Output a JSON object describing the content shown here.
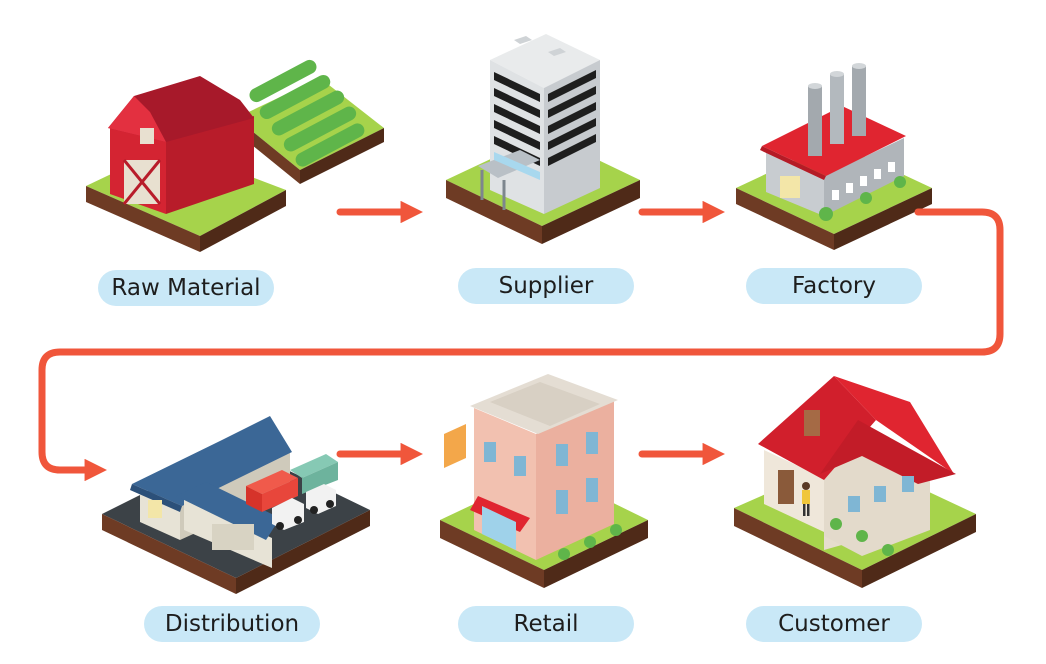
{
  "steps": [
    {
      "label": "Raw Material",
      "icon": "barn-farm-icon"
    },
    {
      "label": "Supplier",
      "icon": "office-tower-icon"
    },
    {
      "label": "Factory",
      "icon": "factory-icon"
    },
    {
      "label": "Distribution",
      "icon": "warehouse-trucks-icon"
    },
    {
      "label": "Retail",
      "icon": "retail-store-icon"
    },
    {
      "label": "Customer",
      "icon": "house-icon"
    }
  ],
  "colors": {
    "arrow": "#f0563b",
    "label_bg": "#c9e8f7",
    "grass": "#a6d34b",
    "soil": "#6e3b24",
    "roof_red": "#e02530",
    "barn_red": "#cc2130",
    "roof_blue": "#3b6796"
  }
}
